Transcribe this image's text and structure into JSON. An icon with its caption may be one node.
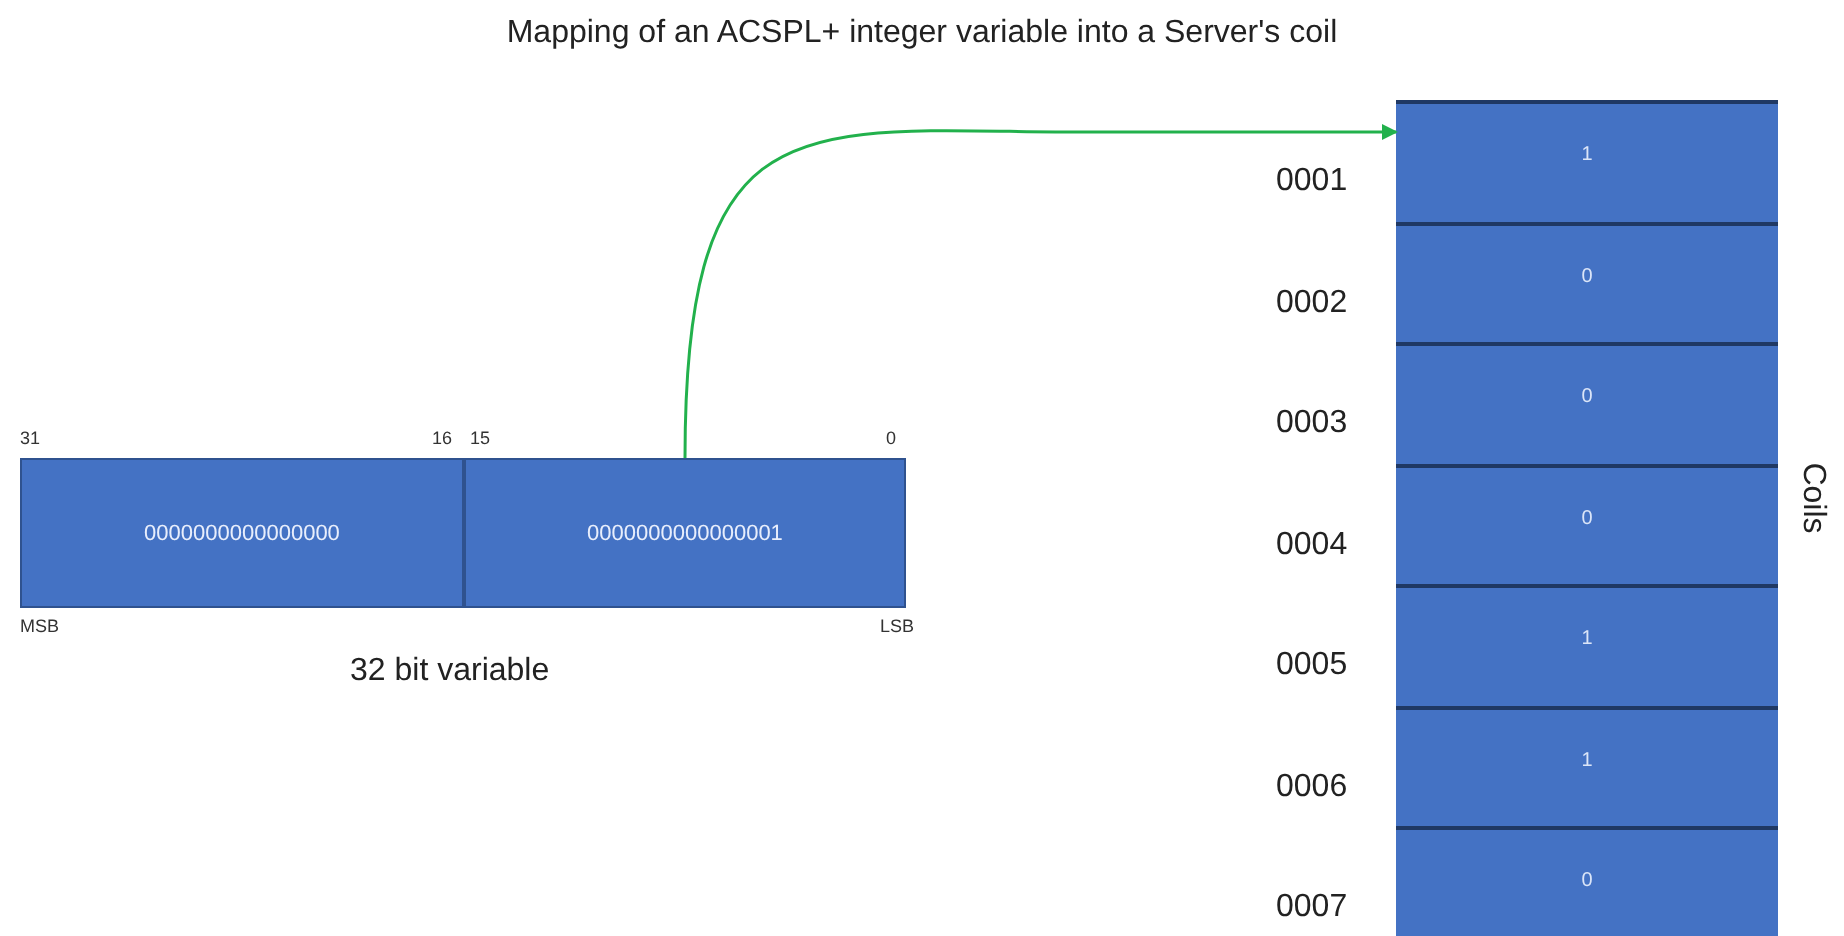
{
  "diagram": {
    "title": "Mapping of an ACSPL+ integer variable into a Server's coil",
    "nodes": [
      {
        "text": [
          "0000000000000000"
        ]
      },
      {
        "text": [
          "0000000000000001"
        ]
      },
      {
        "text": [
          "1"
        ],
        "beside": [
          "0001"
        ]
      },
      {
        "text": [
          "0"
        ],
        "beside": [
          "0002"
        ]
      },
      {
        "text": [
          "0"
        ],
        "beside": [
          "0003"
        ]
      },
      {
        "text": [
          "0"
        ],
        "beside": [
          "0004"
        ]
      },
      {
        "text": [
          "1"
        ],
        "beside": [
          "0005"
        ]
      },
      {
        "text": [
          "1"
        ],
        "beside": [
          "0006"
        ]
      },
      {
        "text": [
          "0"
        ],
        "beside": [
          "0007"
        ]
      }
    ],
    "edges": [
      {
        "from": 1,
        "to": 2,
        "arrow": "to",
        "color": "#22b14c"
      }
    ],
    "labels": [
      "31",
      "16",
      "15",
      "0",
      "MSB",
      "LSB",
      "32 bit variable",
      "Coils"
    ]
  }
}
